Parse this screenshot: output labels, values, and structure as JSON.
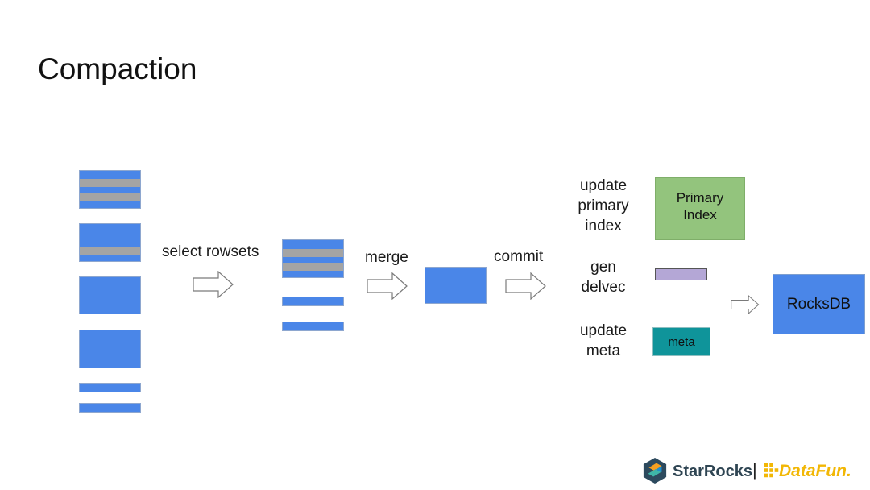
{
  "slide": {
    "title": "Compaction"
  },
  "diagram": {
    "steps": {
      "select": "select rowsets",
      "merge": "merge",
      "commit": "commit"
    },
    "actions": {
      "update_primary_index": [
        "update",
        "primary",
        "index"
      ],
      "gen_delvec": [
        "gen",
        "delvec"
      ],
      "update_meta": [
        "update",
        "meta"
      ]
    },
    "boxes": {
      "primary_index": [
        "Primary",
        "Index"
      ],
      "meta": "meta",
      "rocksdb": "RocksDB"
    }
  },
  "footer": {
    "brand_left": "StarRocks",
    "separator": "|",
    "brand_right": "DataFun."
  },
  "colors": {
    "rowset_blue": "#4a86e8",
    "delete_gray": "#a4a4a4",
    "primary_green": "#93c47d",
    "delvec_purple": "#b4a7d6",
    "meta_teal": "#0f949a",
    "rocksdb_blue": "#4a86e8",
    "datafun_yellow": "#f2b705"
  },
  "icons": {
    "flow_arrow": "hollow-right-arrow-icon",
    "starrocks_logo": "starrocks-logo-icon",
    "datafun_logo": "datafun-logo-icon"
  }
}
